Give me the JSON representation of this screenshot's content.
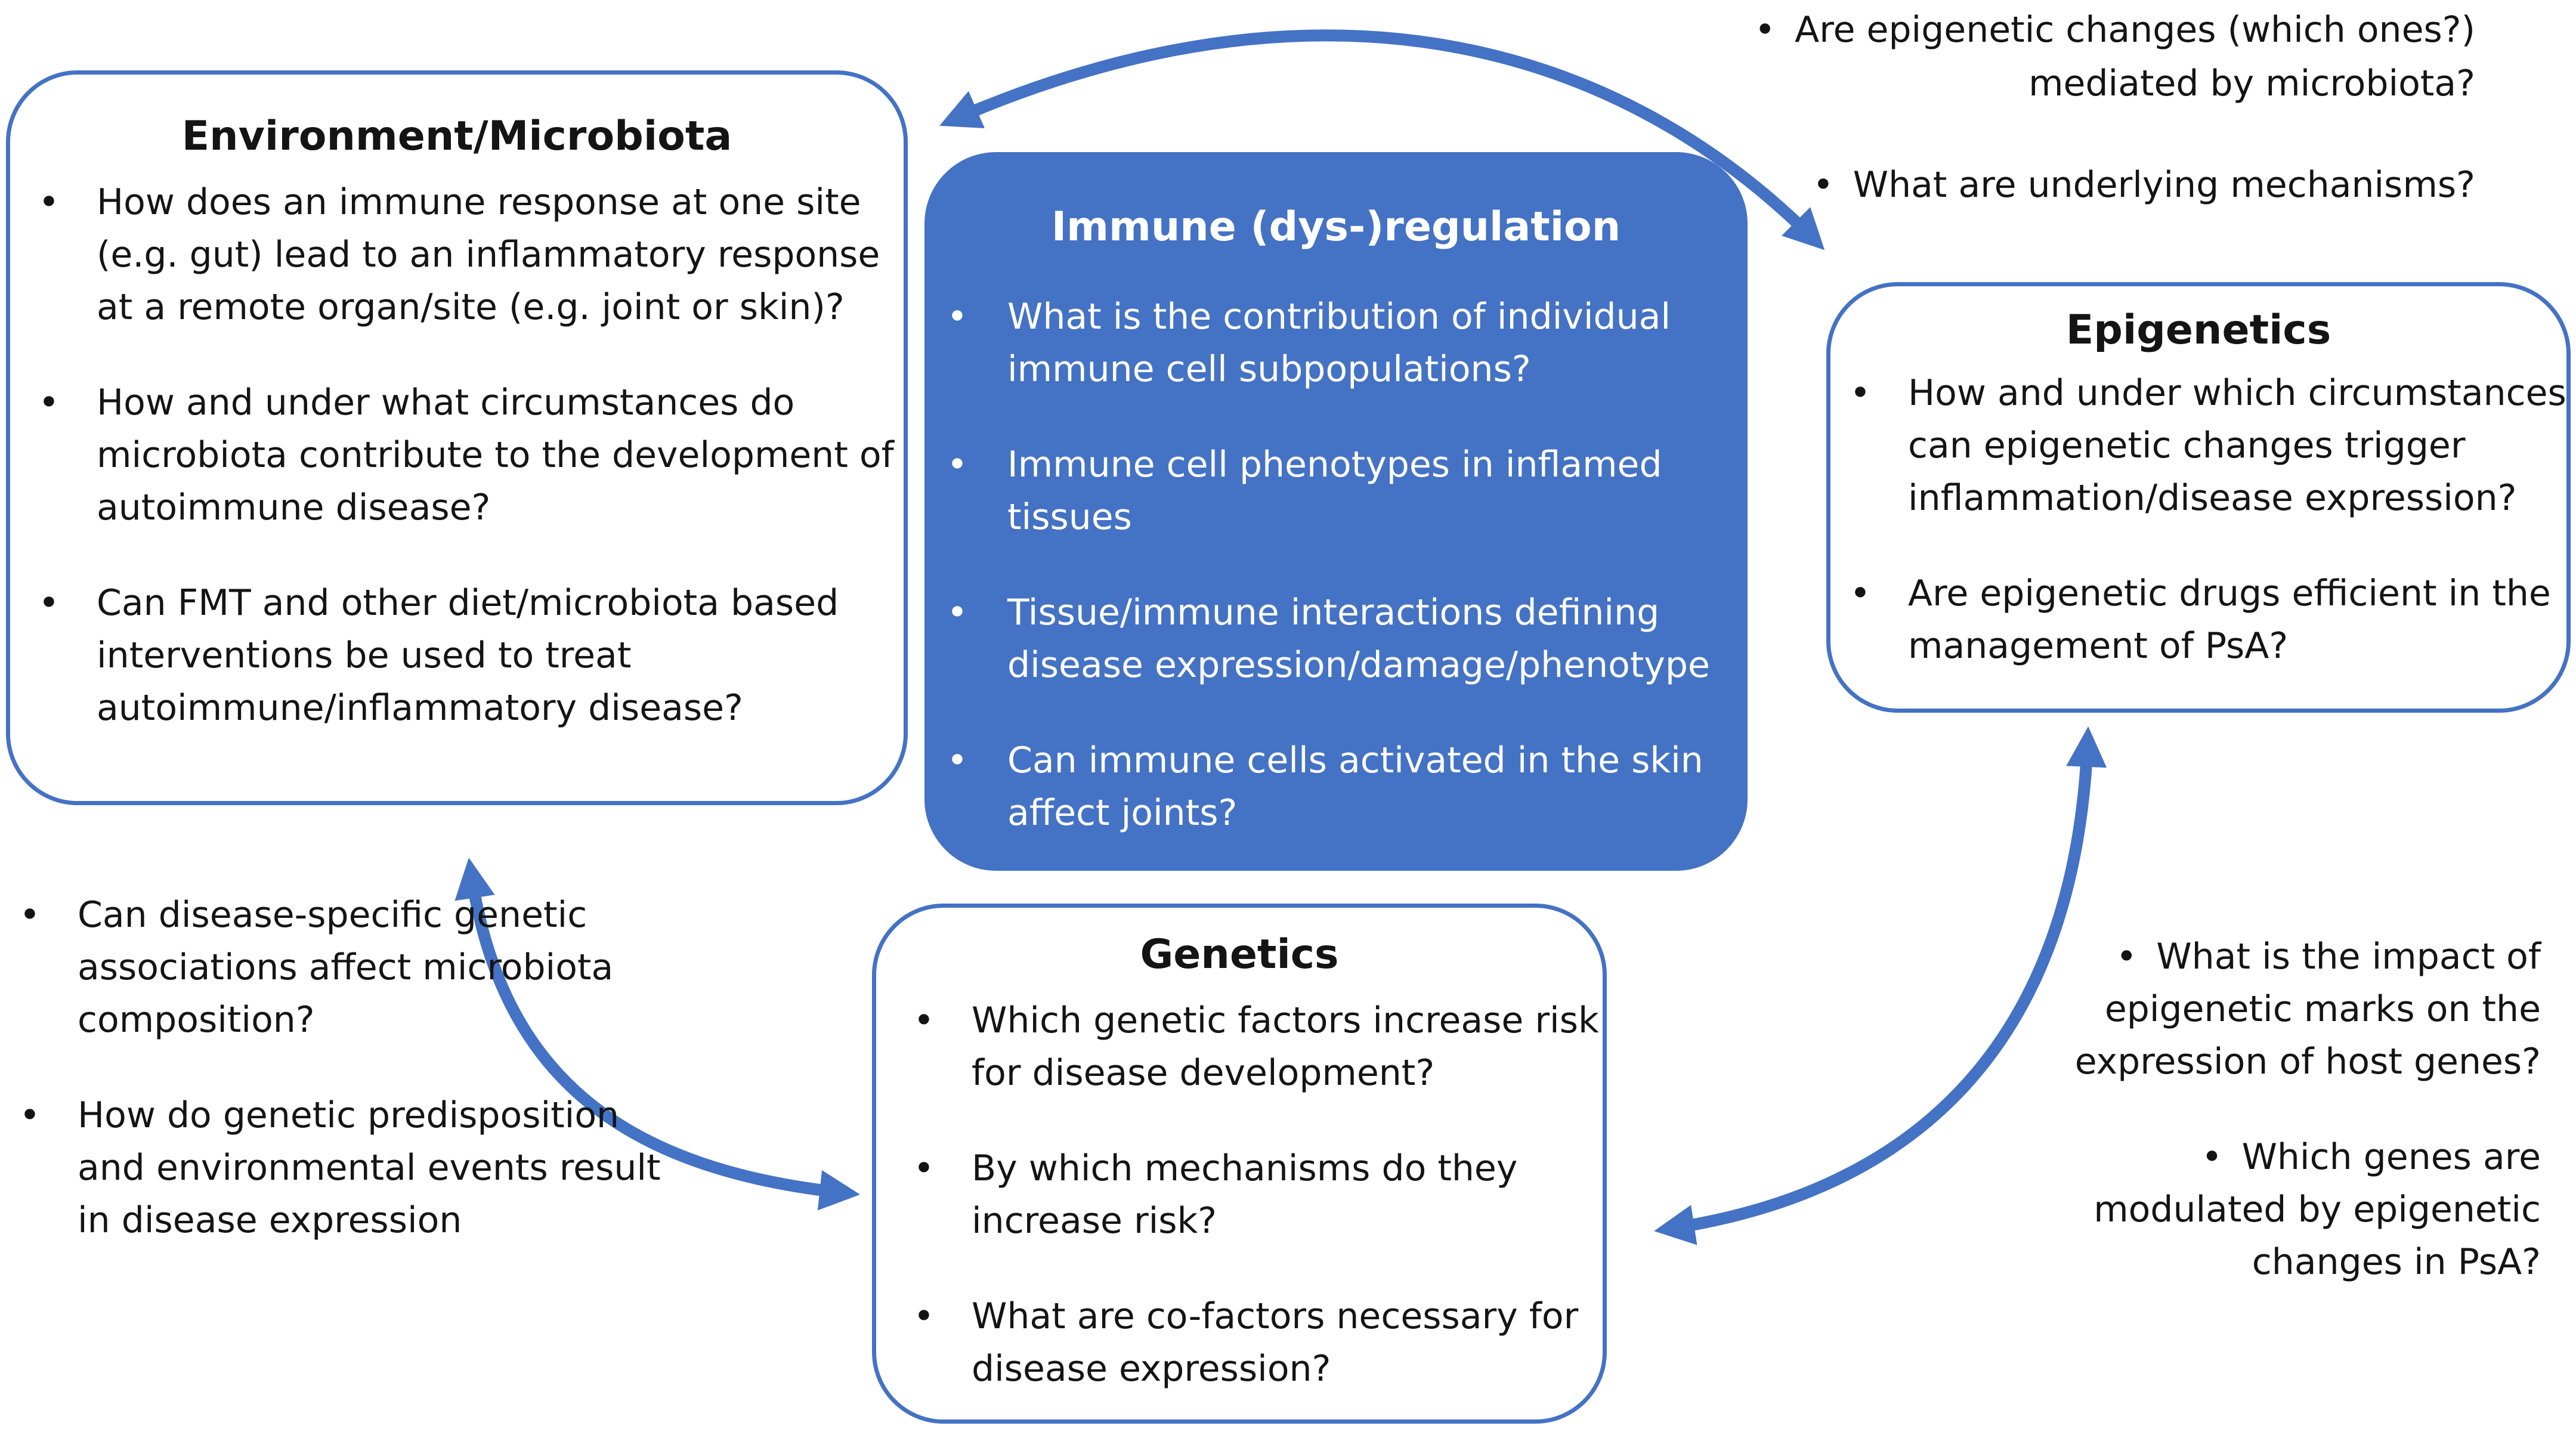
{
  "colors": {
    "accent": "#4472c4",
    "text": "#141414",
    "inverse_text": "#ffffff"
  },
  "bullet_symbol": "•",
  "environment": {
    "title": "Environment/Microbiota",
    "items": [
      "How does an immune response at one site (e.g. gut) lead to an inflammatory response at a remote organ/site (e.g. joint or skin)?",
      "How and under what circumstances do microbiota contribute to the development of autoimmune disease?",
      "Can FMT and other diet/microbiota based interventions be used to treat autoimmune/inflammatory disease?"
    ]
  },
  "immune": {
    "title": "Immune (dys-)regulation",
    "items": [
      "What is the contribution of individual immune cell subpopulations?",
      "Immune cell phenotypes in inflamed tissues",
      "Tissue/immune interactions defining disease expression/damage/phenotype",
      "Can immune cells activated in the skin affect joints?"
    ]
  },
  "epigenetics": {
    "title": "Epigenetics",
    "items": [
      "How and under which circumstances can epigenetic changes trigger inflammation/disease expression?",
      "Are epigenetic drugs efficient in the management of PsA?"
    ]
  },
  "genetics": {
    "title": "Genetics",
    "items": [
      "Which genetic factors increase risk for disease development?",
      "By which mechanisms do they increase risk?",
      "What are co-factors necessary for disease expression?"
    ]
  },
  "top_right_questions": [
    "Are epigenetic changes (which ones?) mediated by microbiota?",
    "What are underlying mechanisms?"
  ],
  "bottom_left_questions": [
    "Can disease-specific genetic associations affect microbiota composition?",
    "How do genetic predisposition and environmental events result in disease expression"
  ],
  "bottom_right_questions": [
    "What is the impact of epigenetic marks on the expression of host genes?",
    "Which genes are modulated by epigenetic changes in PsA?"
  ]
}
